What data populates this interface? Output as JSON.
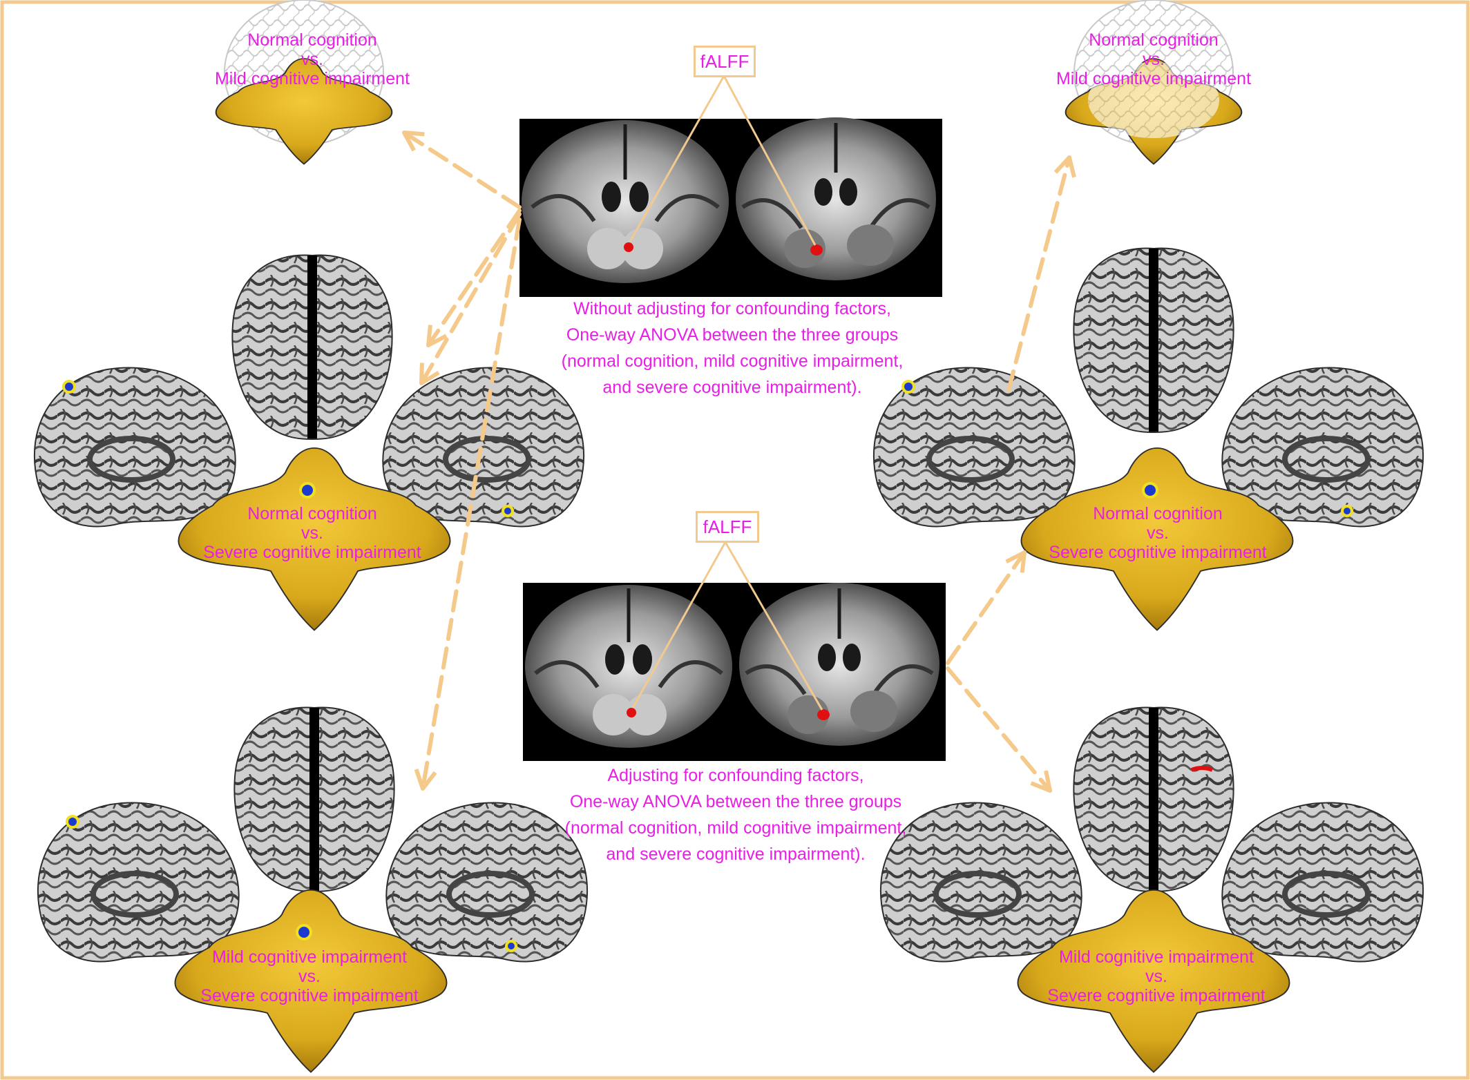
{
  "colors": {
    "label": "#e81ee6",
    "frame": "#f2c98f",
    "arrow": "#f5c98a",
    "cerebellum": "#d9a91c",
    "cortex": "#bcbcbc",
    "slice_bg": "#000000",
    "activation_red": "#e01010",
    "activation_blue": "#1b3ad0"
  },
  "measure_labels": {
    "top": "fALFF",
    "bottom": "fALFF"
  },
  "captions": {
    "without_adjusting": {
      "line1": "Without adjusting for confounding factors,",
      "line2": "One-way ANOVA between the three groups",
      "line3": "(normal cognition, mild cognitive impairment,",
      "line4": "and severe cognitive impairment)."
    },
    "adjusting": {
      "line1": "Adjusting for confounding factors,",
      "line2": "One-way ANOVA between the three groups",
      "line3": "(normal cognition, mild cognitive impairment,",
      "line4": "and severe cognitive impairment)."
    }
  },
  "comparisons": {
    "left_top": {
      "a": "Normal cognition",
      "vs": "vs.",
      "b": "Mild cognitive impairment"
    },
    "left_middle": {
      "a": "Normal cognition",
      "vs": "vs.",
      "b": "Severe cognitive impairment"
    },
    "left_bottom": {
      "a": "Mild cognitive impairment",
      "vs": "vs.",
      "b": "Severe cognitive impairment"
    },
    "right_top": {
      "a": "Normal cognition",
      "vs": "vs.",
      "b": "Mild cognitive impairment"
    },
    "right_middle": {
      "a": "Normal cognition",
      "vs": "vs.",
      "b": "Severe cognitive impairment"
    },
    "right_bottom": {
      "a": "Mild cognitive impairment",
      "vs": "vs.",
      "b": "Severe cognitive impairment"
    }
  }
}
